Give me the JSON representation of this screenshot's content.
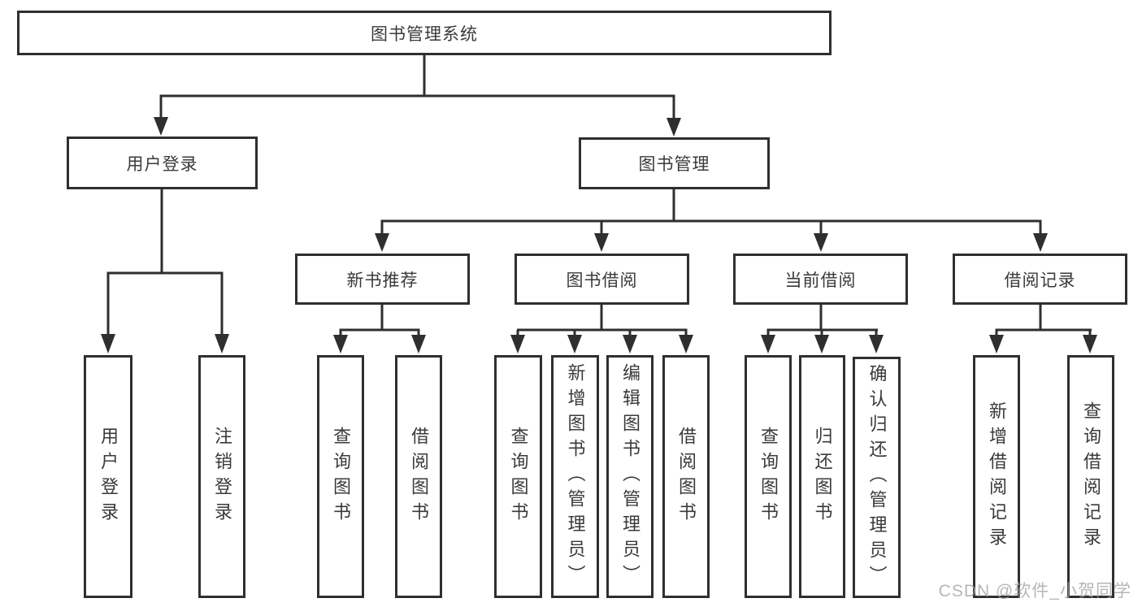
{
  "tree": {
    "root": {
      "label": "图书管理系统",
      "children": [
        {
          "label": "用户登录",
          "children": [
            {
              "label": "用户登录"
            },
            {
              "label": "注销登录"
            }
          ]
        },
        {
          "label": "图书管理",
          "children": [
            {
              "label": "新书推荐",
              "children": [
                {
                  "label": "查询图书"
                },
                {
                  "label": "借阅图书"
                }
              ]
            },
            {
              "label": "图书借阅",
              "children": [
                {
                  "label": "查询图书"
                },
                {
                  "label": "新增图书（管理员）"
                },
                {
                  "label": "编辑图书（管理员）"
                },
                {
                  "label": "借阅图书"
                }
              ]
            },
            {
              "label": "当前借阅",
              "children": [
                {
                  "label": "查询图书"
                },
                {
                  "label": "归还图书"
                },
                {
                  "label": "确认归还（管理员）"
                }
              ]
            },
            {
              "label": "借阅记录",
              "children": [
                {
                  "label": "新增借阅记录"
                },
                {
                  "label": "查询借阅记录"
                }
              ]
            }
          ]
        }
      ]
    }
  },
  "watermark": {
    "text": "CSDN @软件_小贺同学"
  },
  "colors": {
    "line": "#2f2f2f",
    "box_border": "#2f2f2f",
    "text": "#3a3a3a",
    "watermark": "#9e9e9e",
    "background": "#ffffff"
  }
}
